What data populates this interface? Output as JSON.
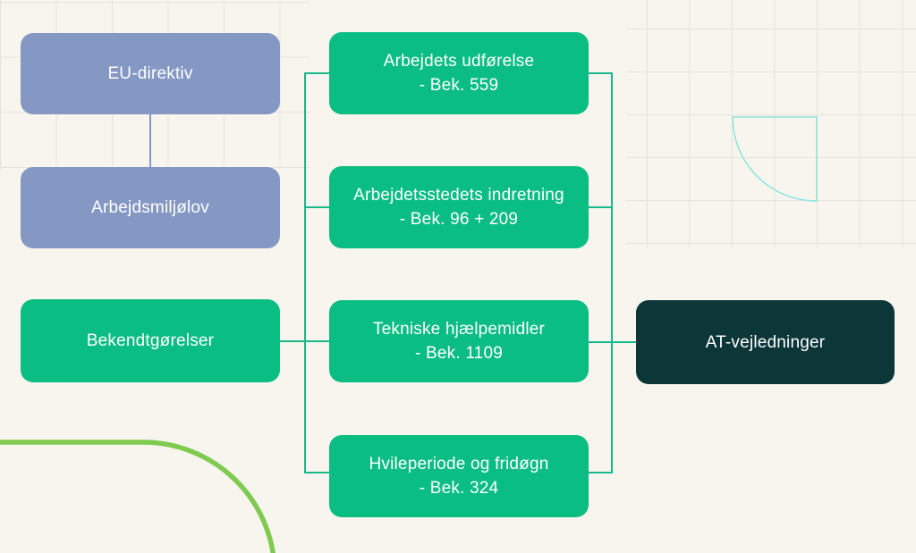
{
  "palette": {
    "bg": "#f8f5ef",
    "blue": "#8598c4",
    "green": "#0abd82",
    "dark": "#0c3638",
    "connector": "#18b88d",
    "grid": "#e7e2d9",
    "cyan": "#87e4de",
    "lime": "#7ecb50",
    "text": "#ffffff"
  },
  "diagram": {
    "left_column": {
      "eu": {
        "label": "EU-direktiv"
      },
      "lov": {
        "label": "Arbejdsmiljølov"
      },
      "bek": {
        "label": "Bekendtgørelser"
      }
    },
    "middle_column": [
      {
        "label": "Arbejdets udførelse",
        "sub": "- Bek. 559"
      },
      {
        "label": "Arbejdetsstedets indretning",
        "sub": "- Bek. 96 + 209"
      },
      {
        "label": "Tekniske hjælpemidler",
        "sub": "- Bek. 1109"
      },
      {
        "label": "Hvileperiode og fridøgn",
        "sub": "- Bek. 324"
      }
    ],
    "right_column": {
      "at": {
        "label": "AT-vejledninger"
      }
    },
    "edges": [
      {
        "from": "EU-direktiv",
        "to": "Arbejdsmiljølov"
      },
      {
        "from": "Bekendtgørelser",
        "to": "Arbejdets udførelse"
      },
      {
        "from": "Bekendtgørelser",
        "to": "Arbejdetsstedets indretning"
      },
      {
        "from": "Bekendtgørelser",
        "to": "Tekniske hjælpemidler"
      },
      {
        "from": "Bekendtgørelser",
        "to": "Hvileperiode og fridøgn"
      },
      {
        "from": "Arbejdets udførelse",
        "to": "AT-vejledninger"
      },
      {
        "from": "Arbejdetsstedets indretning",
        "to": "AT-vejledninger"
      },
      {
        "from": "Tekniske hjælpemidler",
        "to": "AT-vejledninger"
      },
      {
        "from": "Hvileperiode og fridøgn",
        "to": "AT-vejledninger"
      }
    ]
  }
}
